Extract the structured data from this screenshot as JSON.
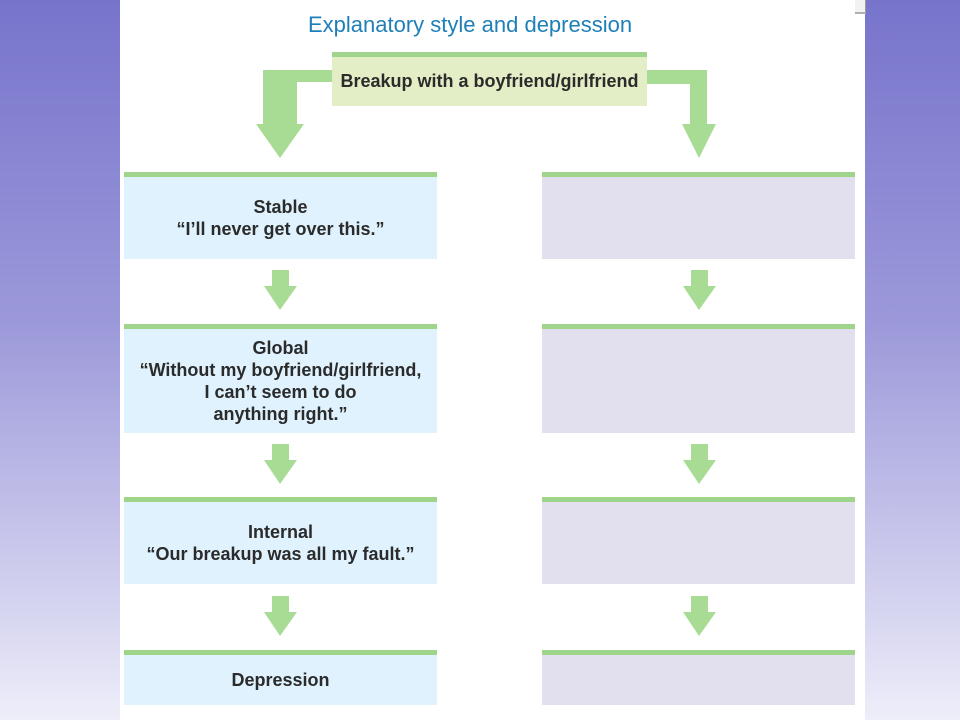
{
  "title": "Explanatory style and depression",
  "trigger": "Breakup with a boyfriend/girlfriend",
  "left_column": [
    {
      "heading": "Stable",
      "quote": [
        "“I’ll never get over this.”"
      ]
    },
    {
      "heading": "Global",
      "quote": [
        "“Without my boyfriend/girlfriend,",
        "I can’t seem to do",
        "anything right.”"
      ]
    },
    {
      "heading": "Internal",
      "quote": [
        "“Our breakup was all my fault.”"
      ]
    },
    {
      "heading": "Depression",
      "quote": []
    }
  ],
  "right_column_filled": false,
  "colors": {
    "title": "#1f7fb8",
    "arrow": "#a8dc95",
    "box_top_rule": "#9fd58a",
    "left_box_fill": "#dff2fd",
    "right_box_fill": "#e2e0ef",
    "trigger_fill": "#e4eec6"
  }
}
